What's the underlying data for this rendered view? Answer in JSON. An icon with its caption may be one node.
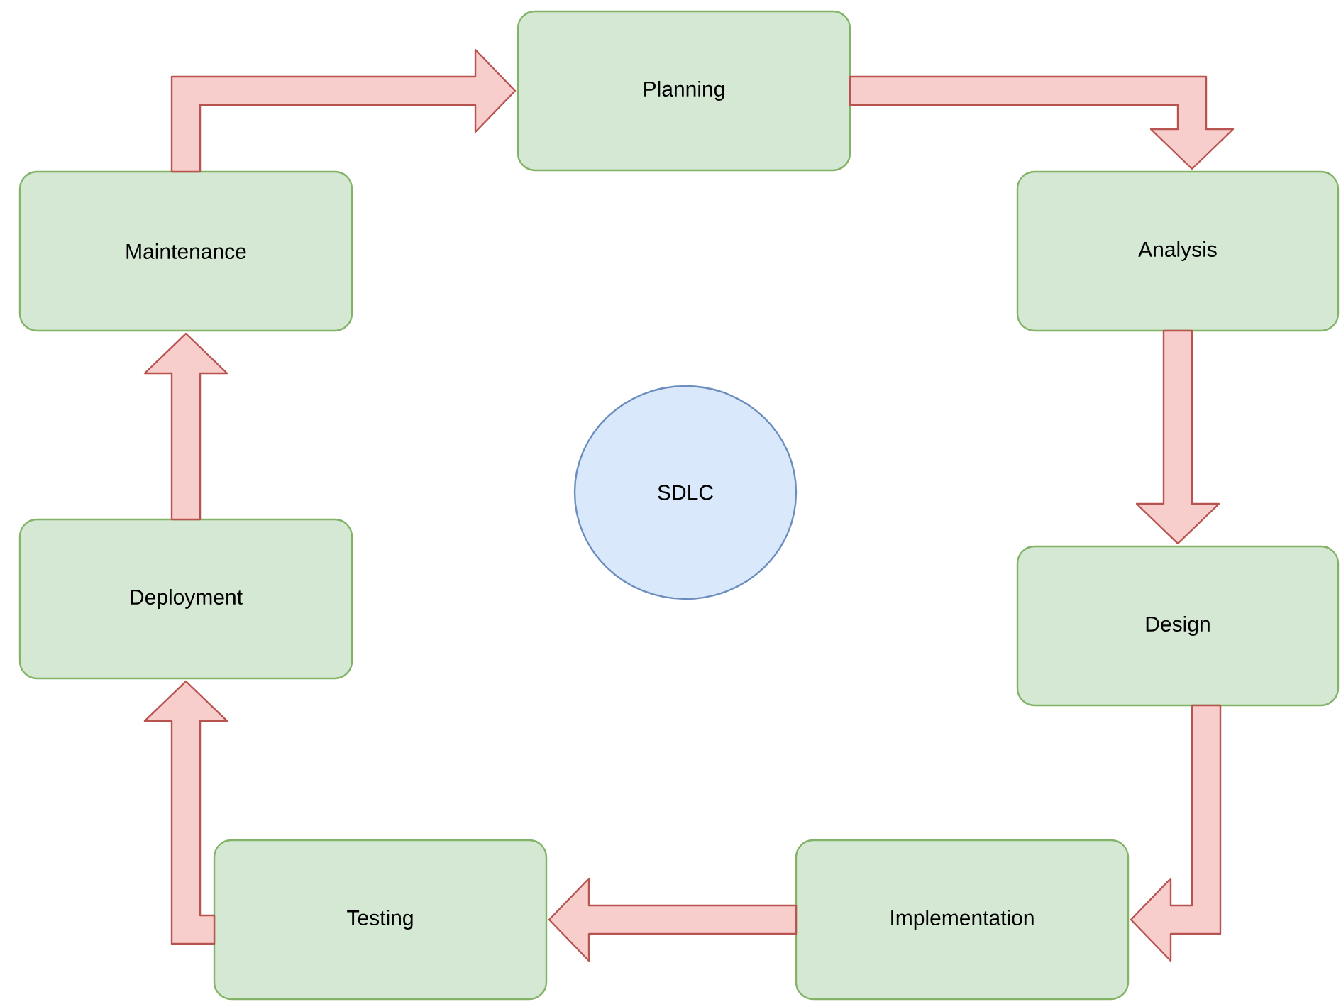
{
  "diagram": {
    "nodes": [
      {
        "text": [
          "Planning"
        ]
      },
      {
        "text": [
          "Analysis"
        ]
      },
      {
        "text": [
          "Design"
        ]
      },
      {
        "text": [
          "Implementation"
        ]
      },
      {
        "text": [
          "Testing"
        ]
      },
      {
        "text": [
          "Deployment"
        ]
      },
      {
        "text": [
          "Maintenance"
        ]
      },
      {
        "text": [
          "SDLC"
        ]
      }
    ],
    "edges": [
      {
        "from": 0,
        "to": 1,
        "arrow": "to"
      },
      {
        "from": 1,
        "to": 2,
        "arrow": "to"
      },
      {
        "from": 2,
        "to": 3,
        "arrow": "to"
      },
      {
        "from": 3,
        "to": 4,
        "arrow": "to"
      },
      {
        "from": 4,
        "to": 5,
        "arrow": "to"
      },
      {
        "from": 5,
        "to": 6,
        "arrow": "to"
      },
      {
        "from": 6,
        "to": 0,
        "arrow": "to"
      }
    ]
  }
}
